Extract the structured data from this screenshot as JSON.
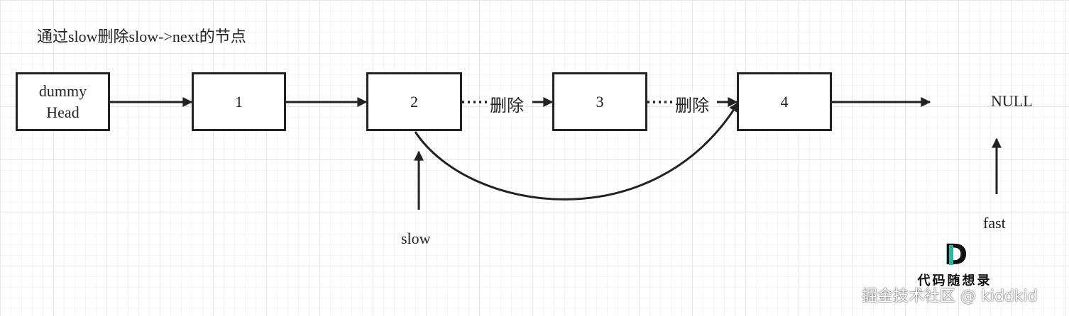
{
  "title": "通过slow删除slow->next的节点",
  "nodes": [
    {
      "id": "dummy",
      "label": "dummy\nHead"
    },
    {
      "id": "n1",
      "label": "1"
    },
    {
      "id": "n2",
      "label": "2"
    },
    {
      "id": "n3",
      "label": "3"
    },
    {
      "id": "n4",
      "label": "4"
    }
  ],
  "null_label": "NULL",
  "edge_labels": {
    "delete_1": "删除",
    "delete_2": "删除"
  },
  "pointers": {
    "slow": "slow",
    "fast": "fast"
  },
  "logo": {
    "mark": "D",
    "text": "代码随想录"
  },
  "watermark": "掘金技术社区 @ kiddkid"
}
